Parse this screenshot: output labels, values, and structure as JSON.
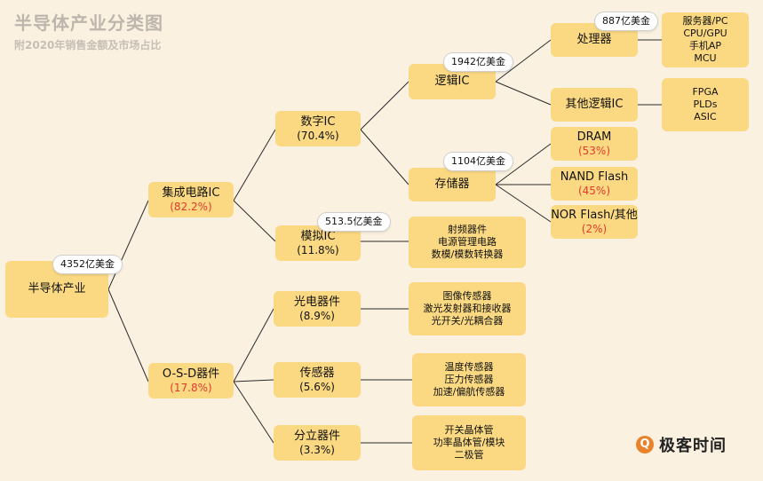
{
  "header": {
    "title": "半导体产业分类图",
    "subtitle": "附2020年销售金额及市场占比"
  },
  "nodes": {
    "root": {
      "label": "半导体产业"
    },
    "ic": {
      "label": "集成电路IC",
      "pct": "(82.2%)"
    },
    "osd": {
      "label": "O-S-D器件",
      "pct": "(17.8%)"
    },
    "digital": {
      "label": "数字IC",
      "pct": "(70.4%)"
    },
    "analog": {
      "label": "模拟IC",
      "pct": "(11.8%)"
    },
    "opto": {
      "label": "光电器件",
      "pct": "(8.9%)"
    },
    "sensor": {
      "label": "传感器",
      "pct": "(5.6%)"
    },
    "discrete": {
      "label": "分立器件",
      "pct": "(3.3%)"
    },
    "logic": {
      "label": "逻辑IC"
    },
    "memory": {
      "label": "存储器"
    },
    "processor": {
      "label": "处理器"
    },
    "other_logic": {
      "label": "其他逻辑IC"
    },
    "dram": {
      "label": "DRAM",
      "pct": "(53%)"
    },
    "nand": {
      "label": "NAND Flash",
      "pct": "(45%)"
    },
    "nor": {
      "label": "NOR Flash/其他",
      "pct": "(2%)"
    },
    "processor_items": {
      "lines": [
        "服务器/PC",
        "CPU/GPU",
        "手机AP",
        "MCU"
      ]
    },
    "other_logic_items": {
      "lines": [
        "FPGA",
        "PLDs",
        "ASIC"
      ]
    },
    "analog_items": {
      "lines": [
        "射频器件",
        "电源管理电路",
        "数模/模数转换器"
      ]
    },
    "opto_items": {
      "lines": [
        "图像传感器",
        "激光发射器和接收器",
        "光开关/光耦合器"
      ]
    },
    "sensor_items": {
      "lines": [
        "温度传感器",
        "压力传感器",
        "加速/偏航传感器"
      ]
    },
    "discrete_items": {
      "lines": [
        "开关晶体管",
        "功率晶体管/模块",
        "二极管"
      ]
    }
  },
  "clouds": {
    "root": "4352亿美金",
    "logic": "1942亿美金",
    "processor": "887亿美金",
    "memory": "1104亿美金",
    "analog": "513.5亿美金"
  },
  "brand": {
    "logo": "极客时间",
    "accent": "#e8832b"
  },
  "colors": {
    "node": "#fbd983",
    "background": "#fbf1e0",
    "highlight": "#e23a2e"
  }
}
